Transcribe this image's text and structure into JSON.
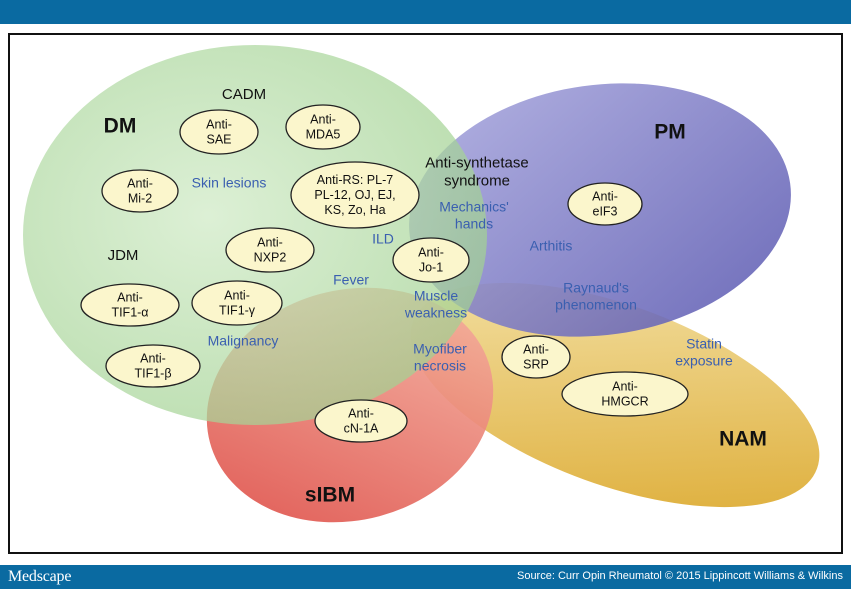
{
  "header": {
    "bar_color": "#0a6aa1"
  },
  "diagram": {
    "groups": {
      "dm": "DM",
      "pm": "PM",
      "nam": "NAM",
      "sibm": "sIBM"
    },
    "subgroups": {
      "cadm": "CADM",
      "jdm": "JDM",
      "antisynthetase_1": "Anti-synthetase",
      "antisynthetase_2": "syndrome"
    },
    "features": {
      "skin_lesions": "Skin lesions",
      "mechanics_hands_1": "Mechanics'",
      "mechanics_hands_2": "hands",
      "ild": "ILD",
      "arthitis": "Arthitis",
      "fever": "Fever",
      "muscle_weakness_1": "Muscle",
      "muscle_weakness_2": "weakness",
      "raynauds_1": "Raynaud's",
      "raynauds_2": "phenomenon",
      "malignancy": "Malignancy",
      "myofiber_necrosis_1": "Myofiber",
      "myofiber_necrosis_2": "necrosis",
      "statin_1": "Statin",
      "statin_2": "exposure"
    },
    "antibodies": {
      "sae": [
        "Anti-",
        "SAE"
      ],
      "mda5": [
        "Anti-",
        "MDA5"
      ],
      "mi2": [
        "Anti-",
        "Mi-2"
      ],
      "rs": [
        "Anti-RS: PL-7",
        "PL-12, OJ, EJ,",
        "KS, Zo, Ha"
      ],
      "eif3": [
        "Anti-",
        "eIF3"
      ],
      "nxp2": [
        "Anti-",
        "NXP2"
      ],
      "jo1": [
        "Anti-",
        "Jo-1"
      ],
      "tif1a": [
        "Anti-",
        "TIF1-α"
      ],
      "tif1g": [
        "Anti-",
        "TIF1-γ"
      ],
      "tif1b": [
        "Anti-",
        "TIF1-β"
      ],
      "srp": [
        "Anti-",
        "SRP"
      ],
      "hmgcr": [
        "Anti-",
        "HMGCR"
      ],
      "cn1a": [
        "Anti-",
        "cN-1A"
      ]
    },
    "colors": {
      "dm": "#a8d89a",
      "pm": "#6f6dc0",
      "nam": "#e0aa2a",
      "sibm": "#e2564f",
      "antibody_fill": "#fbf6cc",
      "feature_text": "#3a5fb0"
    }
  },
  "footer": {
    "logo": "Medscape",
    "source": "Source: Curr Opin Rheumatol © 2015 Lippincott Williams & Wilkins"
  }
}
